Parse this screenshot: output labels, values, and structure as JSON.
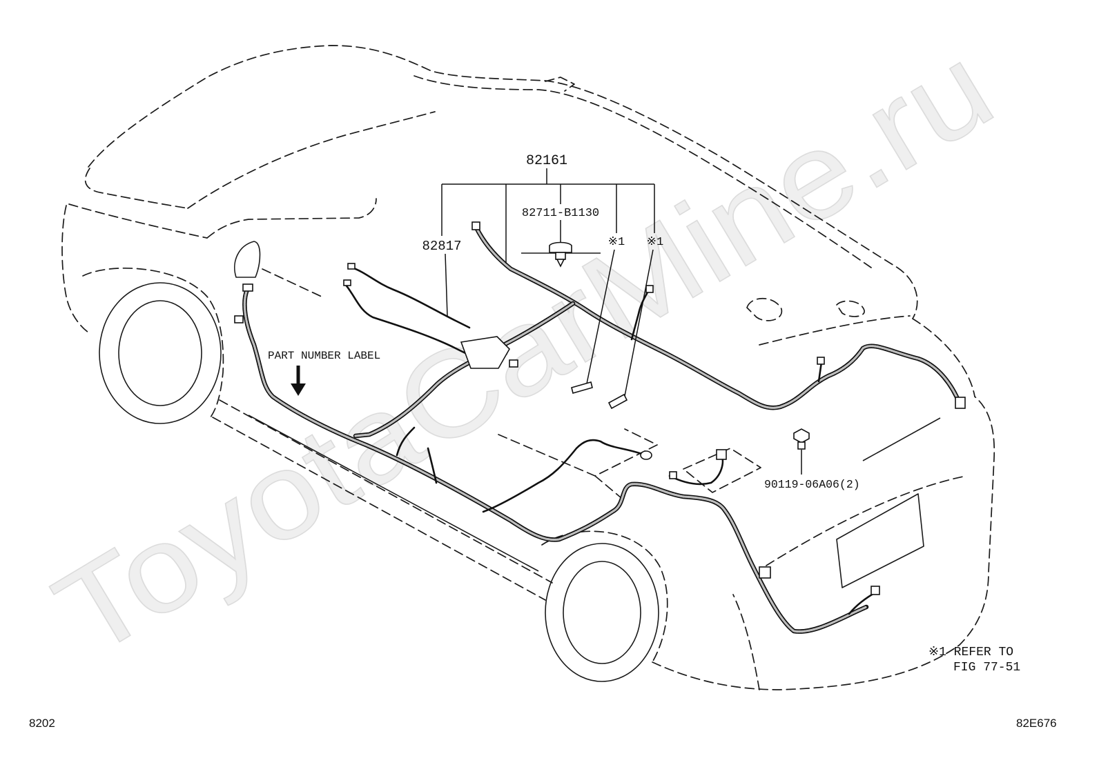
{
  "diagram": {
    "watermark": "ToyotaCarMine.ru",
    "labels": {
      "assembly": "82161",
      "harness": "82817",
      "clip": "82711-B1130",
      "ref1a": "※1",
      "ref1b": "※1",
      "part_number_label": "PART NUMBER LABEL",
      "bolt": "90119-06A06(2)"
    },
    "note": {
      "line1": "※1 REFER TO",
      "line2": "FIG 77-51"
    },
    "page_ref": "8202",
    "figure_code": "82E676"
  }
}
